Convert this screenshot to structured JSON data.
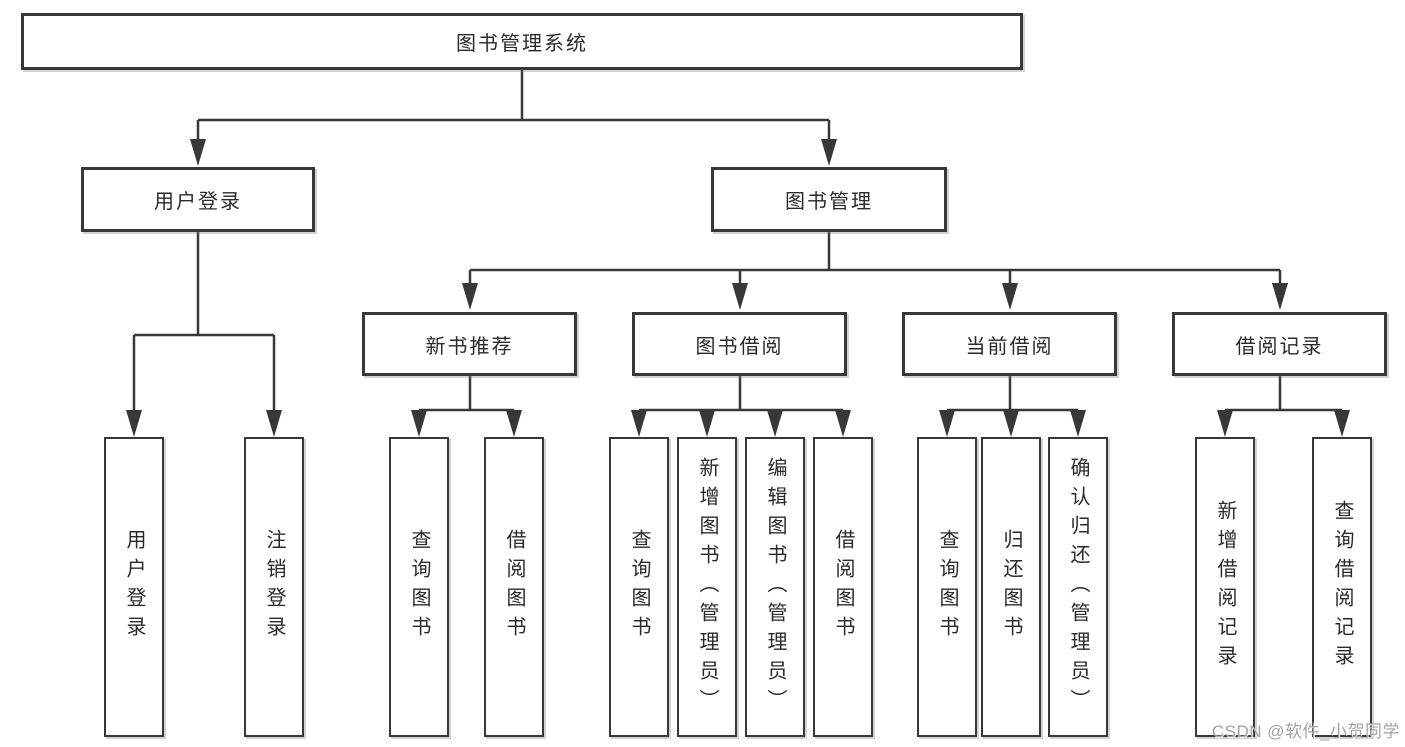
{
  "title": "图书管理系统",
  "watermark": "CSDN @软件_小贺同学",
  "colors": {
    "line": "#383838",
    "text": "#2a2a2a",
    "background": "#ffffff",
    "watermark": "#a2a2a2"
  },
  "tree": {
    "root": "图书管理系统",
    "branches": [
      {
        "label": "用户登录",
        "children": [
          "用户登录",
          "注销登录"
        ]
      },
      {
        "label": "图书管理",
        "groups": [
          {
            "label": "新书推荐",
            "children": [
              "查询图书",
              "借阅图书"
            ]
          },
          {
            "label": "图书借阅",
            "children": [
              "查询图书",
              "新增图书（管理员）",
              "编辑图书（管理员）",
              "借阅图书"
            ]
          },
          {
            "label": "当前借阅",
            "children": [
              "查询图书",
              "归还图书",
              "确认归还（管理员）"
            ]
          },
          {
            "label": "借阅记录",
            "children": [
              "新增借阅记录",
              "查询借阅记录"
            ]
          }
        ]
      }
    ]
  }
}
